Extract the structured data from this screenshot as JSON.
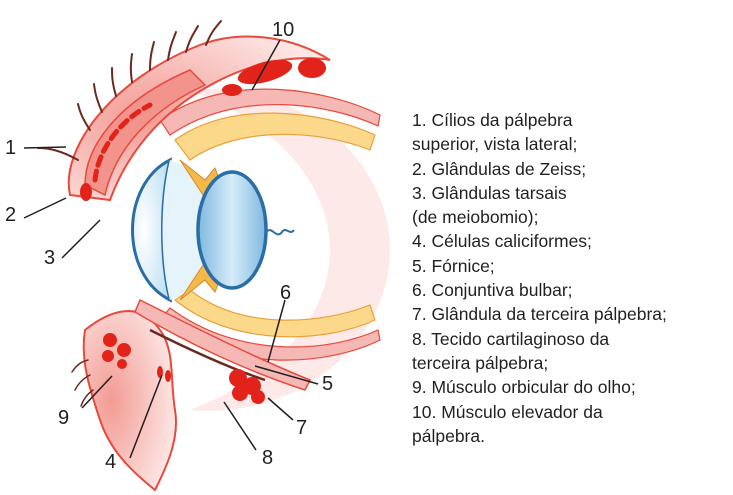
{
  "callouts": [
    "1",
    "2",
    "3",
    "4",
    "5",
    "6",
    "7",
    "8",
    "9",
    "10"
  ],
  "legend": [
    [
      "1. Cílios da pálpebra",
      "superior, vista lateral;"
    ],
    [
      "2. Glândulas de Zeiss;"
    ],
    [
      "3. Glândulas tarsais",
      "(de meiobomio);"
    ],
    [
      "4. Células caliciformes;"
    ],
    [
      "5. Fórnice;"
    ],
    [
      "6. Conjuntiva bulbar;"
    ],
    [
      "7. Glândula da terceira pálpebra;"
    ],
    [
      "8. Tecido cartilaginoso da",
      "terceira pálpebra;"
    ],
    [
      "9. Músculo orbicular do olho;"
    ],
    [
      "10. Músculo elevador da",
      "pálpebra."
    ]
  ],
  "colors": {
    "eyelid_tissue": "#f6b8b4",
    "eyelid_outline": "#e8493d",
    "gland_red": "#e2231a",
    "sclera_yellow": "#fcd98a",
    "cornea_blue": "#cde9f7",
    "lens_blue": "#9ccbe8",
    "outline_blue": "#2b6ea6",
    "text": "#231f20"
  }
}
